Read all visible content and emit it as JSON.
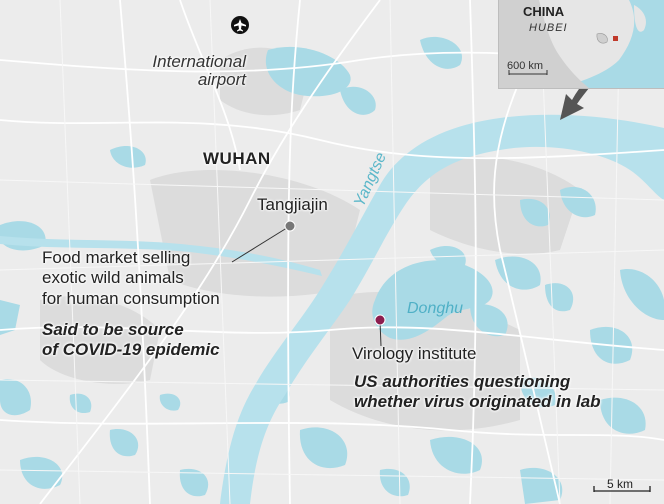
{
  "map": {
    "city": "WUHAN",
    "airport_label": [
      "International",
      "airport"
    ],
    "district": "Tangjiajin",
    "food_market": [
      "Food market selling",
      "exotic wild animals",
      "for human consumption"
    ],
    "food_market_note": [
      "Said to be source",
      "of COVID-19 epidemic"
    ],
    "institute": "Virology institute",
    "institute_note": [
      "US authorities questioning",
      "whether virus originated in lab"
    ],
    "river": "Yangtse",
    "lake": "Donghu",
    "scale": "5 km"
  },
  "inset": {
    "country": "CHINA",
    "province": "HUBEI",
    "scale": "600 km"
  },
  "colors": {
    "land": "#ececec",
    "water": "#a9dae6",
    "river": "#b7e1ec",
    "road": "#ffffff",
    "market_marker": "#777777",
    "institute_marker": "#8c1d4f"
  },
  "icons": {
    "airport": "airplane-icon",
    "pointer": "arrow-icon"
  }
}
